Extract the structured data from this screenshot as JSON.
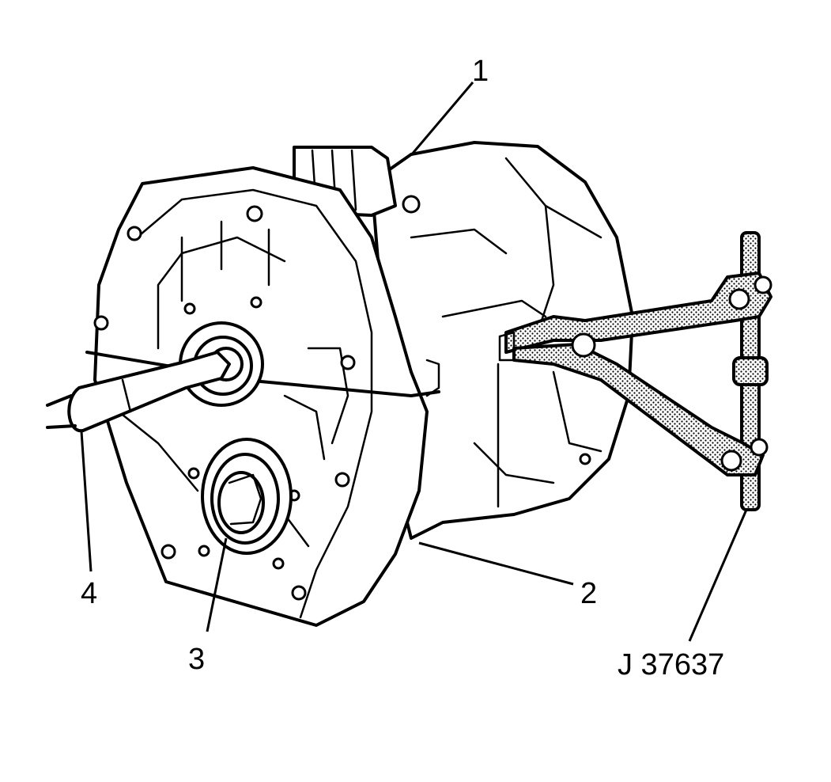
{
  "callouts": {
    "c1": "1",
    "c2": "2",
    "c3": "3",
    "c4": "4",
    "tool": "J 37637"
  }
}
